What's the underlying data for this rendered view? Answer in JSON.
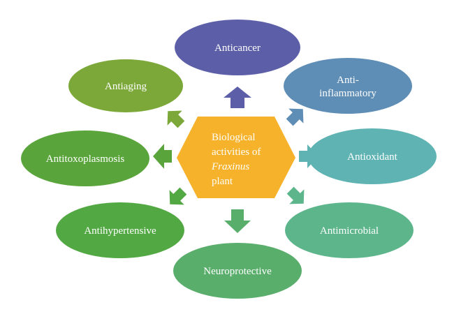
{
  "center": {
    "line1": "Biological",
    "line2": "activities of",
    "line3": "Fraxinus",
    "line4": "plant",
    "color": "#F6B22A"
  },
  "nodes": {
    "anticancer": {
      "label": "Anticancer",
      "color": "#5C5FA8"
    },
    "anti_inflammatory": {
      "line1": "Anti-",
      "line2": "inflammatory",
      "color": "#5E8DB5"
    },
    "antioxidant": {
      "label": "Antioxidant",
      "color": "#5FB3B3"
    },
    "antimicrobial": {
      "label": "Antimicrobial",
      "color": "#5DB58B"
    },
    "neuroprotective": {
      "label": "Neuroprotective",
      "color": "#5AAE6C"
    },
    "antihypertensive": {
      "label": "Antihypertensive",
      "color": "#52A842"
    },
    "antitoxoplasmosis": {
      "label": "Antitoxoplasmosis",
      "color": "#5AA53B"
    },
    "antiaging": {
      "label": "Antiaging",
      "color": "#7BA838"
    }
  }
}
